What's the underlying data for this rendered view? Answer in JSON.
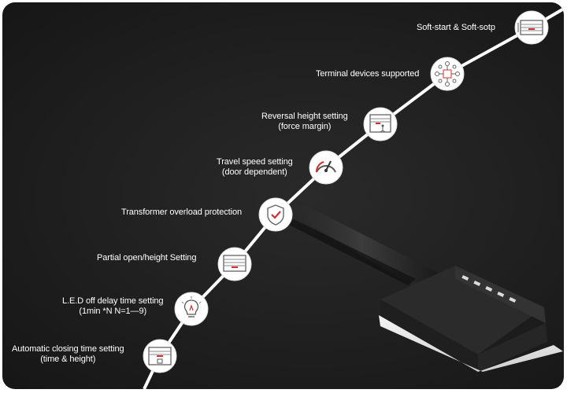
{
  "features": [
    {
      "lines": [
        "Soft-start & Soft-sotp"
      ],
      "icon": "door-panel-icon"
    },
    {
      "lines": [
        "Terminal devices supported"
      ],
      "icon": "network-devices-icon"
    },
    {
      "lines": [
        "Reversal height setting",
        "(force margin)"
      ],
      "icon": "door-person-icon"
    },
    {
      "lines": [
        "Travel speed setting",
        "(door dependent)"
      ],
      "icon": "speedometer-icon"
    },
    {
      "lines": [
        "Transformer overload protection"
      ],
      "icon": "shield-check-icon"
    },
    {
      "lines": [
        "Partial open/height Setting"
      ],
      "icon": "door-partial-icon"
    },
    {
      "lines": [
        "L.E.D off delay time setting",
        "(1min *N N=1—9)"
      ],
      "icon": "lightbulb-icon"
    },
    {
      "lines": [
        "Automatic closing time setting",
        "(time & height)"
      ],
      "icon": "door-timer-icon"
    }
  ],
  "colors": {
    "background": "#1e1e1e",
    "accent": "#d32f2f",
    "line": "#ffffff"
  }
}
